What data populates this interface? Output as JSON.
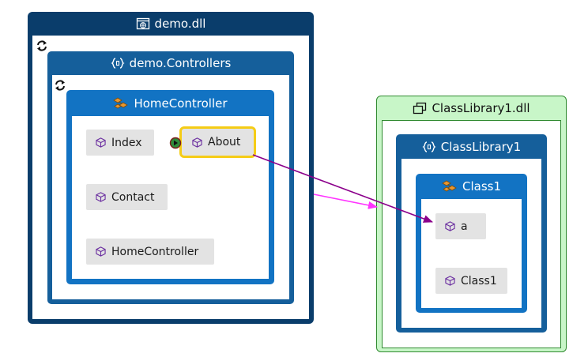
{
  "assembly_demo": {
    "title": "demo.dll",
    "color": "#0a3d6b"
  },
  "namespace_demo": {
    "title": "demo.Controllers",
    "color": "#155f9b"
  },
  "class_home": {
    "title": "HomeController",
    "color": "#1273c3"
  },
  "members_home": [
    {
      "label": "Index"
    },
    {
      "label": "About"
    },
    {
      "label": "Contact"
    },
    {
      "label": "HomeController"
    }
  ],
  "assembly_lib": {
    "title": "ClassLibrary1.dll",
    "color": "#c8f6c8"
  },
  "namespace_lib": {
    "title": "ClassLibrary1",
    "color": "#155f9b"
  },
  "class_lib": {
    "title": "Class1",
    "color": "#1273c3"
  },
  "members_lib": [
    {
      "label": "a"
    },
    {
      "label": "Class1"
    }
  ],
  "icons": {
    "assembly": "assembly-icon",
    "namespace": "namespace-icon",
    "class": "class-icon",
    "member": "cube-icon",
    "refresh": "refresh-icon"
  },
  "colors": {
    "selection_border": "#f5cc16",
    "call_arrow": "#8b008b",
    "dependency_arrow": "#ff33ff"
  }
}
